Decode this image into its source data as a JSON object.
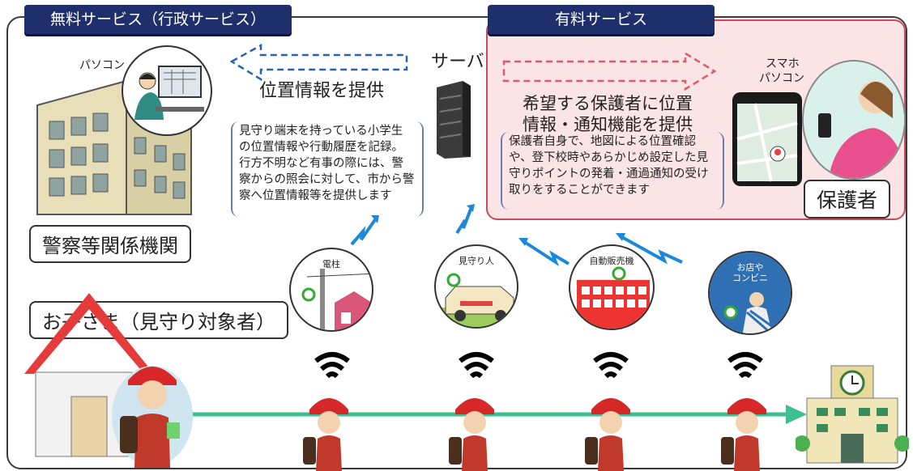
{
  "free_service": {
    "tab_label": "無料サービス（行政サービス）"
  },
  "paid_service": {
    "tab_label": "有料サービス"
  },
  "server": {
    "label": "サーバ"
  },
  "police": {
    "pc_label": "パソコン",
    "provide_label": "位置情報を提供",
    "box_label": "警察等関係機関",
    "note_lines": [
      "見守り端末を持っている小学生",
      "の位置情報や行動履歴を記録。",
      "行方不明など有事の際には、警",
      "察からの照会に対して、市から警",
      "察へ位置情報等を提供します"
    ]
  },
  "guardian": {
    "device_labels": [
      "スマホ",
      "パソコン"
    ],
    "headline_lines": [
      "希望する保護者に位置",
      "情報・通知機能を提供"
    ],
    "note_lines": [
      "保護者自身で、地図による位置確認",
      "や、登下校時やあらかじめ設定した見",
      "守りポイントの発着・通過通知の受け",
      "取りをすることができます"
    ],
    "box_label": "保護者"
  },
  "child": {
    "box_label": "お子さま（見守り対象者）"
  },
  "detectors": [
    {
      "label": "電柱"
    },
    {
      "label": "見守り人"
    },
    {
      "label": "自動販売機"
    },
    {
      "label": "お店や\nコンビニ"
    }
  ],
  "colors": {
    "navy": "#1f2f6b",
    "pink_panel": "#fbe4e6",
    "pink_border": "#c94a5a",
    "dashed_blue": "#2a62b0",
    "dashed_pink": "#e05a6a",
    "path_green": "#3dbf8f",
    "signal_blue": "#1e88d8"
  },
  "icons": [
    "building-icon",
    "server-icon",
    "wifi-icon",
    "child-icon",
    "house-icon",
    "school-icon",
    "smartphone-icon",
    "lightning-signal-icon"
  ]
}
